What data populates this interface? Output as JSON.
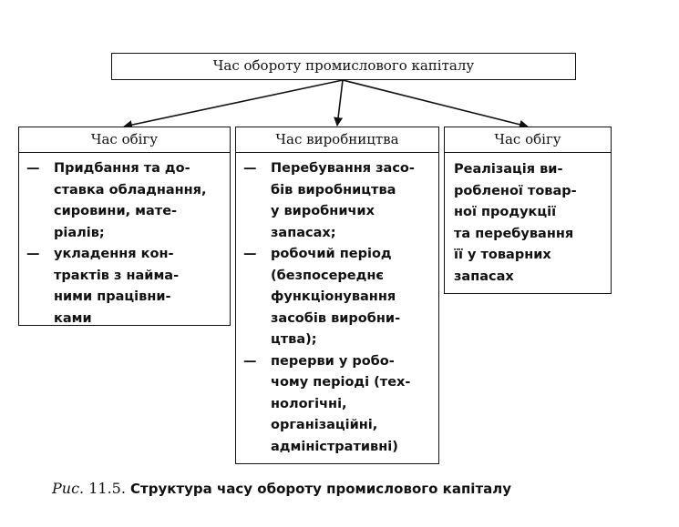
{
  "diagram": {
    "top": "Час обороту промислового капіталу",
    "col1": {
      "title": "Час обігу",
      "items": [
        {
          "dash": "—",
          "lines": [
            "Придбання та до-",
            "ставка обладнання,",
            "сировини, мате-",
            "ріалів;"
          ]
        },
        {
          "dash": "—",
          "lines": [
            "укладення кон-",
            "трактів з найма-",
            "ними працівни-",
            "ками"
          ]
        }
      ]
    },
    "col2": {
      "title": "Час виробництва",
      "items": [
        {
          "dash": "—",
          "lines": [
            "Перебування засо-",
            "бів виробництва",
            "у виробничих",
            "запасах;"
          ]
        },
        {
          "dash": "—",
          "lines": [
            "робочий період",
            "(безпосереднє",
            "функціонування",
            "засобів виробни-",
            "цтва);"
          ]
        },
        {
          "dash": "—",
          "lines": [
            "перерви у робо-",
            "чому періоді (тех-",
            "нологічні,",
            "організаційні,",
            "адміністративні)"
          ]
        }
      ]
    },
    "col3": {
      "title": "Час обігу",
      "lines": [
        "Реалізація ви-",
        "робленої товар-",
        "ної продукції",
        "та перебування",
        "її у товарних",
        "запасах"
      ]
    }
  },
  "caption": {
    "prefix": "Рис.",
    "number": "11.5.",
    "title": "Структура часу обороту промислового капіталу"
  }
}
